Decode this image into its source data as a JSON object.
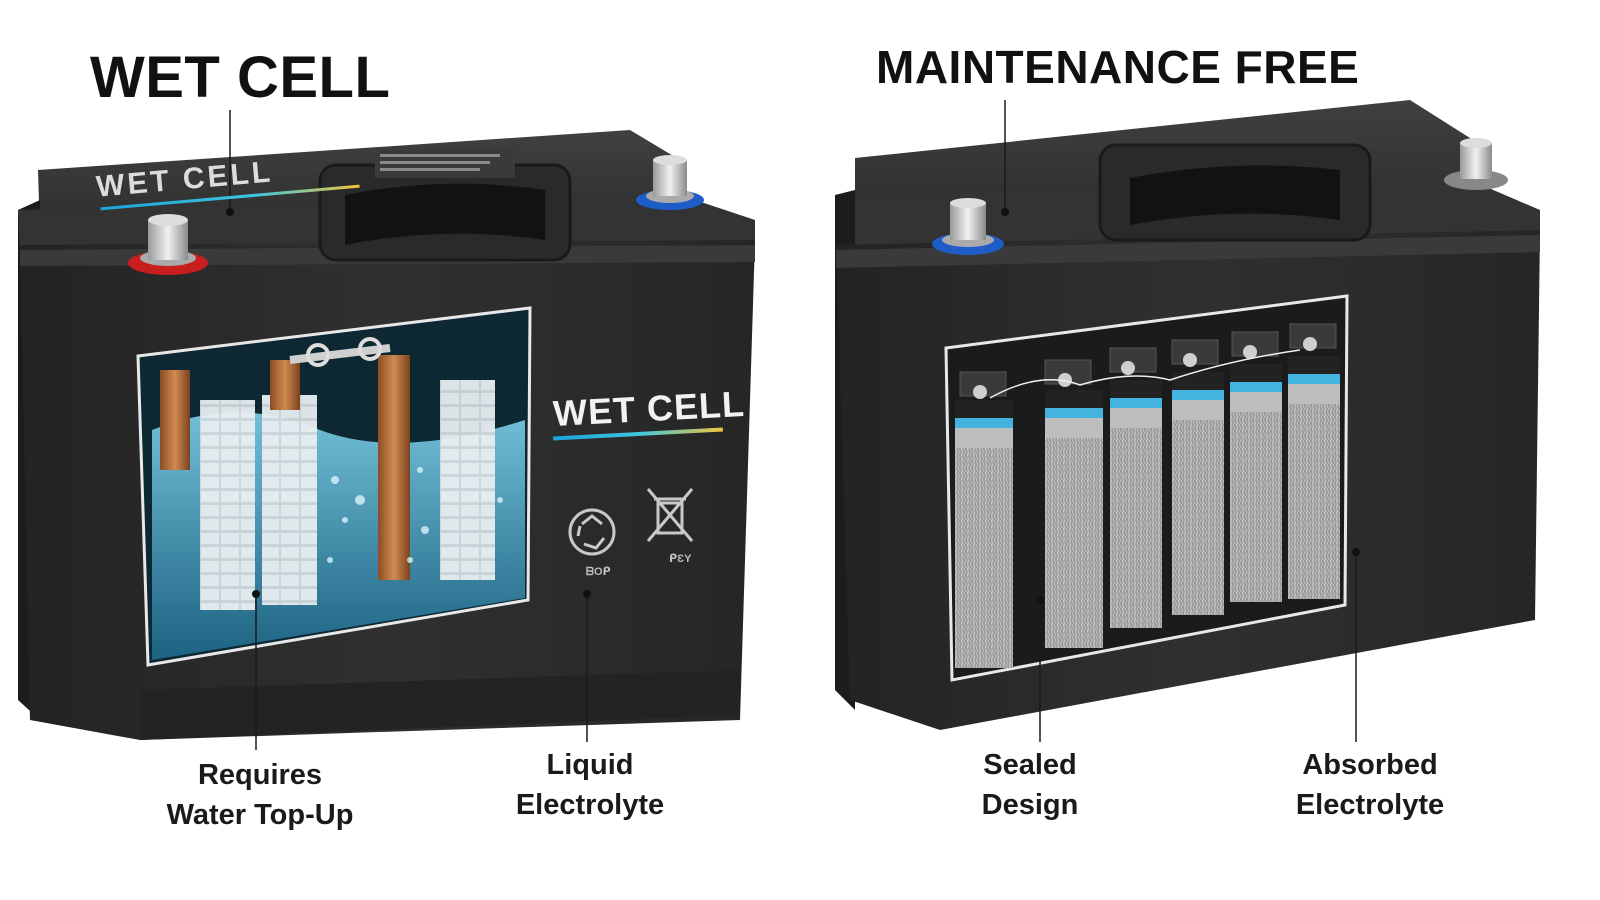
{
  "title_left": "WET CELL",
  "title_right": "MAINTENANCE FREE",
  "wet_cell": {
    "lid_label": "WET CELL",
    "case_label": "WET CELL",
    "recycle_symbol_text": "ᗷOᑭ",
    "bin_symbol_text": "ᑭƐY",
    "callouts": [
      {
        "line1": "Requires",
        "line2": "Water Top-Up"
      },
      {
        "line1": "Liquid",
        "line2": "Electrolyte"
      }
    ]
  },
  "maintenance_free": {
    "callouts": [
      {
        "line1": "Sealed",
        "line2": "Design"
      },
      {
        "line1": "Absorbed",
        "line2": "Electrolyte"
      }
    ]
  },
  "colors": {
    "case": "#2b2b2b",
    "lid": "#363636",
    "positive_ring": "#c81e1e",
    "negative_ring": "#1e5cc8",
    "electrolyte": "#5fb6d8",
    "agm_blue": "#45b3e0"
  }
}
